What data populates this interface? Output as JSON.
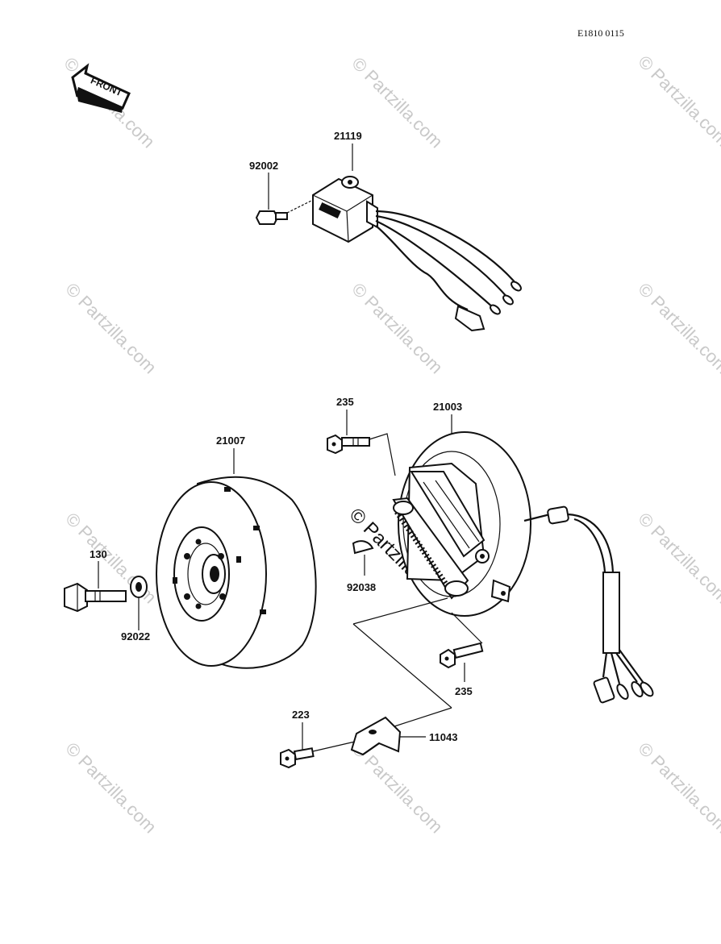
{
  "drawing_code": "E1810 0115",
  "front_arrow_label": "FRONT",
  "watermark_text": "© Partzilla.com",
  "parts": {
    "cdi_unit": "21119",
    "cdi_bolt": "92002",
    "flywheel": "21007",
    "stator": "21003",
    "stator_screw_top": "235",
    "stator_screw_bottom": "235",
    "flywheel_bolt": "130",
    "washer": "92022",
    "woodruff_key": "92038",
    "clamp_screw": "223",
    "wire_clamp": "11043"
  }
}
